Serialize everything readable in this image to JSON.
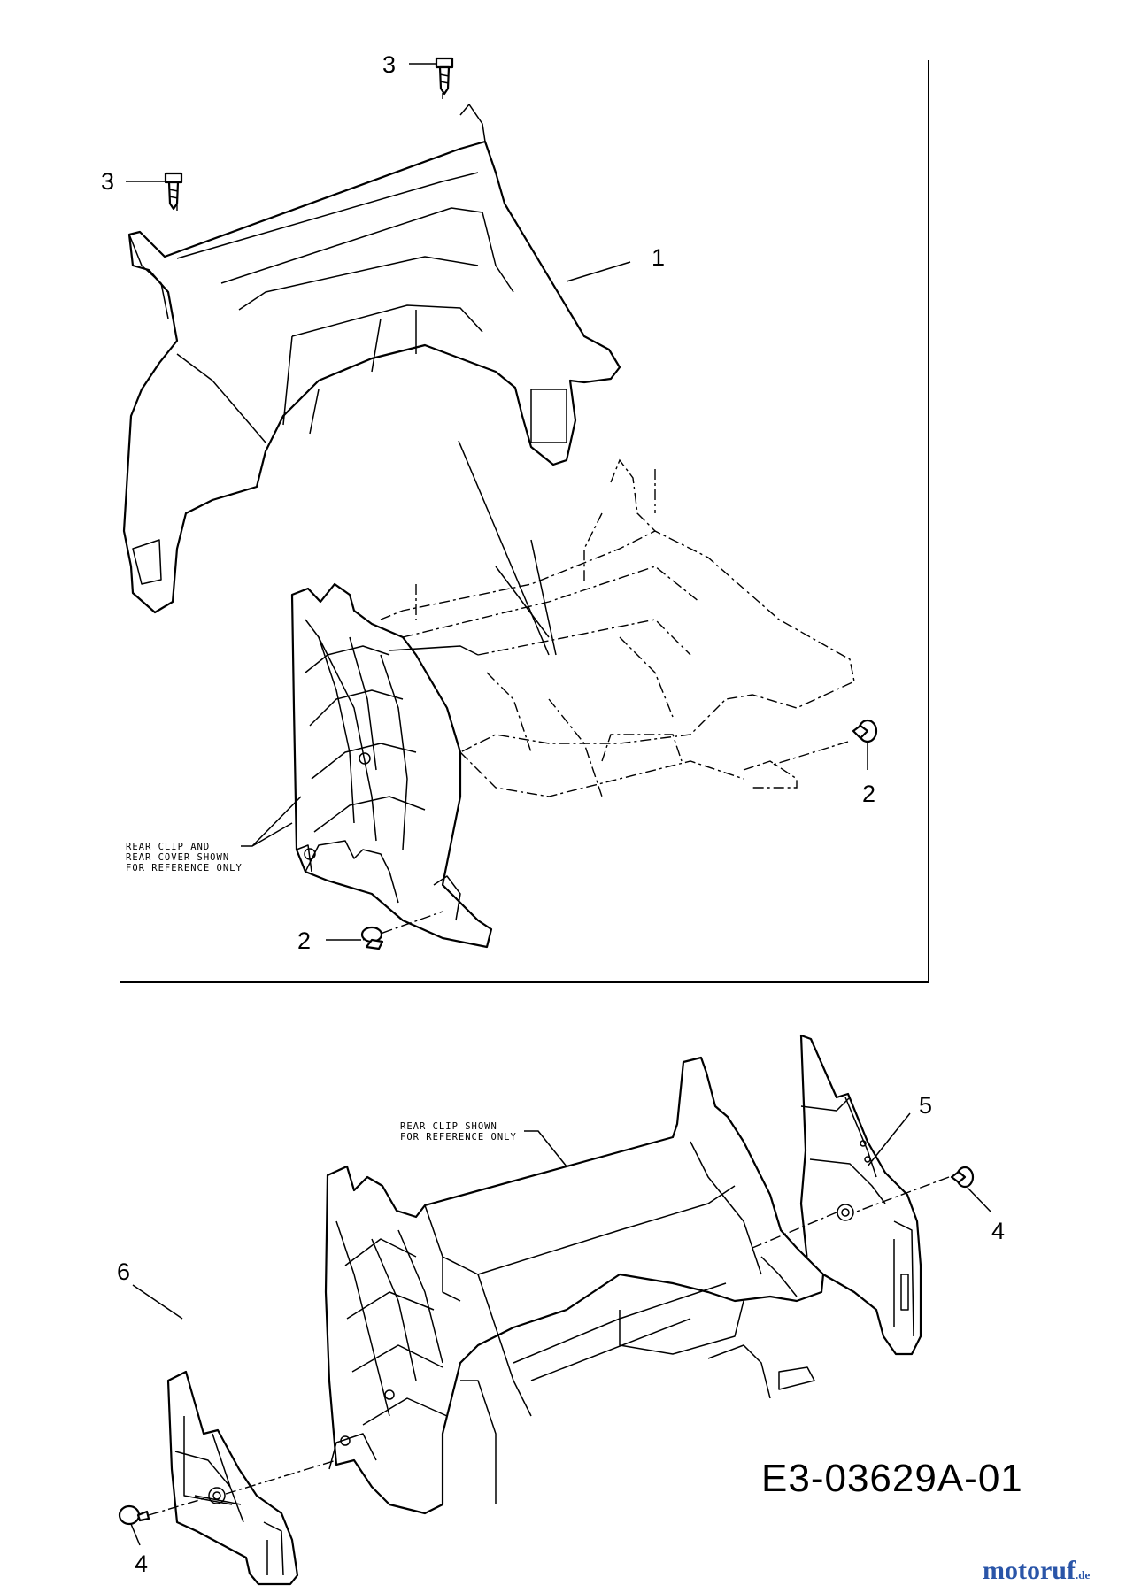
{
  "callouts": {
    "c1": "1",
    "c2a": "2",
    "c2b": "2",
    "c3a": "3",
    "c3b": "3",
    "c4a": "4",
    "c4b": "4",
    "c5": "5",
    "c6": "6"
  },
  "notes": {
    "ref1_line1": "REAR CLIP AND",
    "ref1_line2": "REAR COVER SHOWN",
    "ref1_line3": "FOR REFERENCE ONLY",
    "ref2_line1": "REAR CLIP SHOWN",
    "ref2_line2": "FOR REFERENCE ONLY"
  },
  "drawing_code": "E3-03629A-01",
  "watermark": {
    "name": "motoruf",
    "tld": ".de",
    "color": "#2a55a8"
  }
}
